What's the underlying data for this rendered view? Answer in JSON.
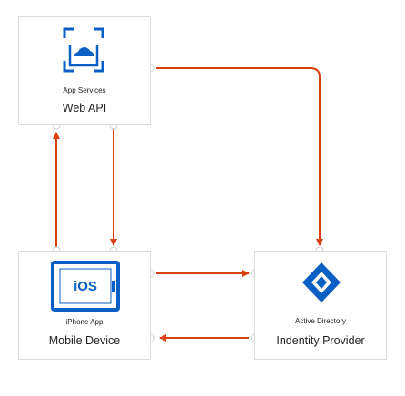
{
  "nodes": {
    "app_services": {
      "category": "App Services",
      "title": "Web API"
    },
    "mobile_device": {
      "category": "iPhone App",
      "title": "Mobile Device"
    },
    "identity": {
      "category": "Active Directory",
      "title": "Indentity Provider"
    }
  },
  "icons": {
    "ios_label": "iOS"
  },
  "colors": {
    "arrow": "#d9420e",
    "azure_blue": "#0a5fc4",
    "border": "#dcdcdc"
  }
}
